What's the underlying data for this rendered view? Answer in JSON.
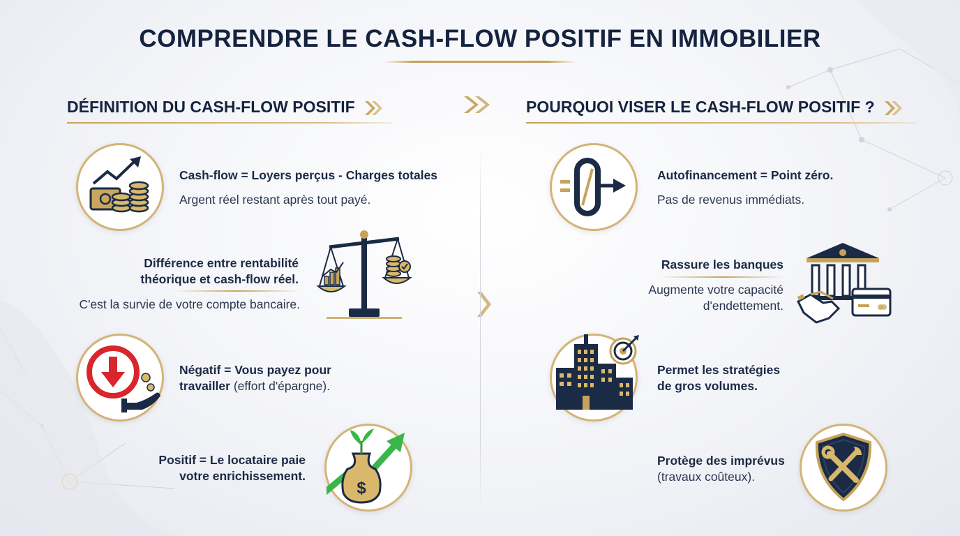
{
  "title": "COMPRENDRE LE CASH-FLOW POSITIF EN IMMOBILIER",
  "left": {
    "heading": "DÉFINITION DU CASH-FLOW POSITIF",
    "items": [
      {
        "bold": "Cash-flow = Loyers perçus - Charges totales",
        "text": "Argent réel restant après tout payé.",
        "icon": "money-growth-icon"
      },
      {
        "bold1": "Différence entre rentabilité",
        "bold2": "théorique et cash-flow réel.",
        "text": "C'est la survie de votre compte bancaire.",
        "icon": "balance-scale-icon"
      },
      {
        "bold": "Négatif = Vous payez pour",
        "bold2": "travailler",
        "text": "(effort d'épargne).",
        "icon": "down-arrow-payment-icon"
      },
      {
        "bold1": "Positif = Le locataire paie",
        "bold2": "votre enrichissement.",
        "icon": "money-bag-growth-icon"
      }
    ]
  },
  "right": {
    "heading": "POURQUOI VISER LE CASH-FLOW POSITIF ?",
    "items": [
      {
        "bold": "Autofinancement = Point zéro.",
        "text": "Pas de revenus immédiats.",
        "icon": "zero-arrow-icon"
      },
      {
        "bold": "Rassure les banques",
        "text1": "Augmente votre capacité",
        "text2": "d'endettement.",
        "icon": "bank-handshake-icon"
      },
      {
        "bold1": "Permet les stratégies",
        "bold2": "de gros volumes.",
        "icon": "buildings-target-icon"
      },
      {
        "bold": "Protège des imprévus",
        "text": "(travaux coûteux).",
        "icon": "shield-tools-icon"
      }
    ]
  },
  "colors": {
    "navy": "#15233f",
    "gold": "#c6a35a",
    "green": "#3ab54a",
    "red": "#d8262c"
  }
}
